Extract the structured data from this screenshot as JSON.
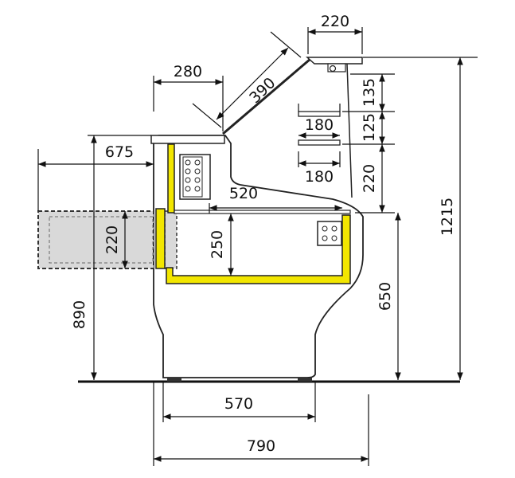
{
  "colors": {
    "accent_yellow": "#f2e600",
    "line": "#111111",
    "shelf_gray": "#d9d9d9"
  },
  "dimensions": {
    "top_canopy_width": "220",
    "canopy_depth": "280",
    "glass_length": "390",
    "upper_clearance": "135",
    "shelf_spacing": "125",
    "lower_clearance": "220",
    "shelf_upper_depth": "180",
    "shelf_lower_depth": "180",
    "overhang": "675",
    "work_shelf_height": "220",
    "tank_depth": "520",
    "tank_height": "250",
    "counter_height": "650",
    "total_height": "1215",
    "shelf_height": "890",
    "base_width": "570",
    "total_width": "790"
  }
}
